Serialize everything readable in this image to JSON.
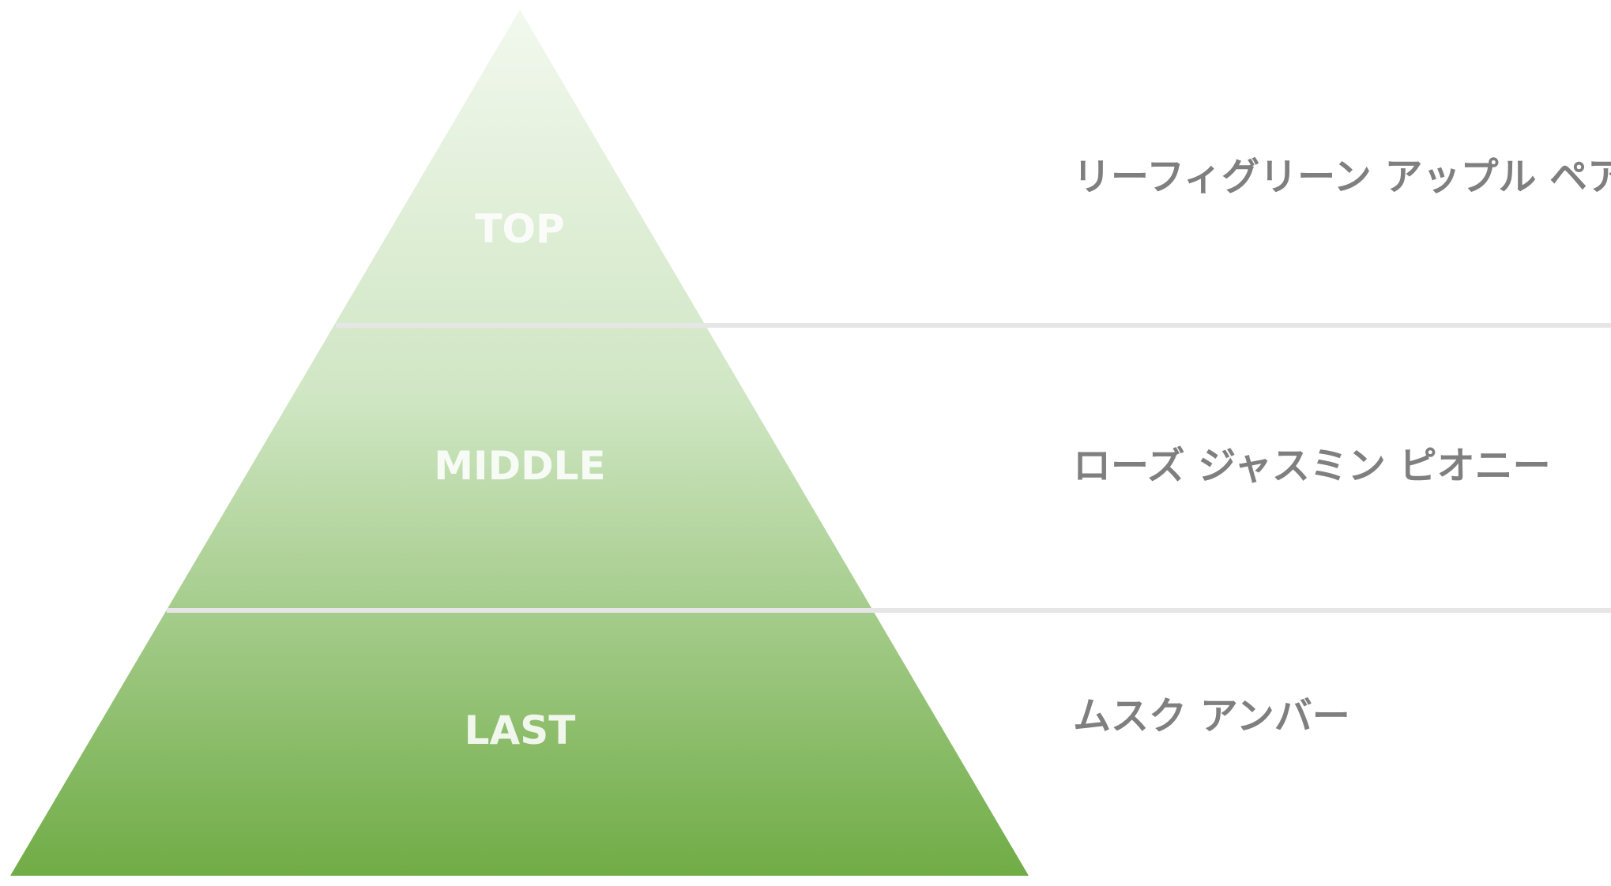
{
  "pyramid": {
    "tiers": [
      {
        "label": "TOP",
        "notes": "リーフィグリーン アップル ペアー"
      },
      {
        "label": "MIDDLE",
        "notes": "ローズ ジャスミン ピオニー"
      },
      {
        "label": "LAST",
        "notes": "ムスク アンバー"
      }
    ],
    "colors": {
      "gradient_top": "#f2f8ee",
      "gradient_mid": "#cfe6c3",
      "gradient_bottom": "#70ac46",
      "divider": "#e6e6e6",
      "label": "#ffffff",
      "note_text": "#7f7f7f"
    }
  }
}
